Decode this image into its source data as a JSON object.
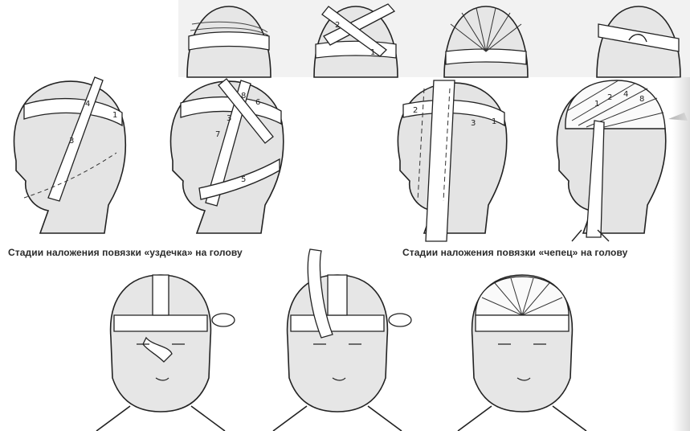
{
  "captions": {
    "bridle": "Стадии наложения повязки «уздечка» на голову",
    "cap": "Стадии наложения повязки «чепец» на голову"
  },
  "figures": [
    {
      "group": "top-strip",
      "labels": []
    },
    {
      "group": "top-strip",
      "labels": [
        "2",
        "1"
      ]
    },
    {
      "group": "top-strip",
      "labels": []
    },
    {
      "group": "top-strip",
      "labels": []
    },
    {
      "group": "bridle",
      "labels": [
        "4",
        "3",
        "1"
      ]
    },
    {
      "group": "bridle",
      "labels": [
        "6",
        "7",
        "8",
        "3",
        "5"
      ]
    },
    {
      "group": "cap",
      "labels": [
        "2",
        "3",
        "1"
      ]
    },
    {
      "group": "cap",
      "labels": [
        "8",
        "4",
        "2",
        "1"
      ]
    },
    {
      "group": "bottom",
      "labels": []
    },
    {
      "group": "bottom",
      "labels": []
    },
    {
      "group": "bottom",
      "labels": []
    }
  ]
}
